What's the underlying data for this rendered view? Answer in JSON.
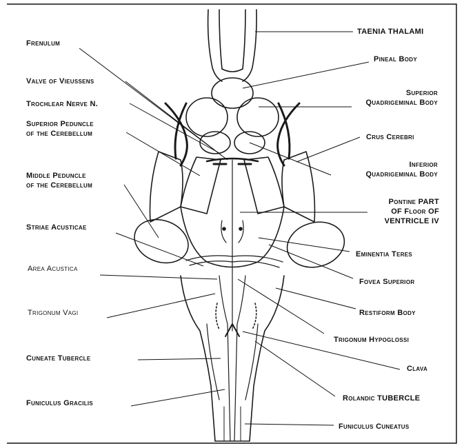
{
  "diagram": {
    "labels_left": [
      {
        "id": "frenulum",
        "text": "Frenulum"
      },
      {
        "id": "valve",
        "text": "Valve of Vieussens"
      },
      {
        "id": "trochlear",
        "text": "Trochlear Nerve N."
      },
      {
        "id": "sup_ped",
        "text": "Superior Peduncle\nof the Cerebellum"
      },
      {
        "id": "mid_ped",
        "text": "Middle Peduncle\nof the Cerebellum"
      },
      {
        "id": "striae",
        "text": "Striae Acusticae"
      },
      {
        "id": "area",
        "text": "Area Acustica"
      },
      {
        "id": "trig_vagi",
        "text": "Trigonum Vagi"
      },
      {
        "id": "cuneate",
        "text": "Cuneate Tubercle"
      },
      {
        "id": "gracilis",
        "text": "Funiculus Gracilis"
      }
    ],
    "labels_right": [
      {
        "id": "taenia",
        "text": "TAENIA THALAMI"
      },
      {
        "id": "pineal",
        "text": "Pineal Body"
      },
      {
        "id": "sup_quad",
        "text": "Superior\nQuadrigeminal Body"
      },
      {
        "id": "crus",
        "text": "Crus Cerebri"
      },
      {
        "id": "inf_quad",
        "text": "Inferior\nQuadrigeminal Body"
      },
      {
        "id": "pontine",
        "text": "Pontine PART\nOF Floor OF\nVENTRICLE IV"
      },
      {
        "id": "eminentia",
        "text": "Eminentia Teres"
      },
      {
        "id": "fovea",
        "text": "Fovea Superior"
      },
      {
        "id": "restiform",
        "text": "Restiform Body"
      },
      {
        "id": "trig_hypo",
        "text": "Trigonum Hypoglossi"
      },
      {
        "id": "clava",
        "text": "Clava"
      },
      {
        "id": "rolandic",
        "text": "Rolandic TUBERCLE"
      },
      {
        "id": "cuneatus",
        "text": "Funiculus Cuneatus"
      }
    ]
  }
}
